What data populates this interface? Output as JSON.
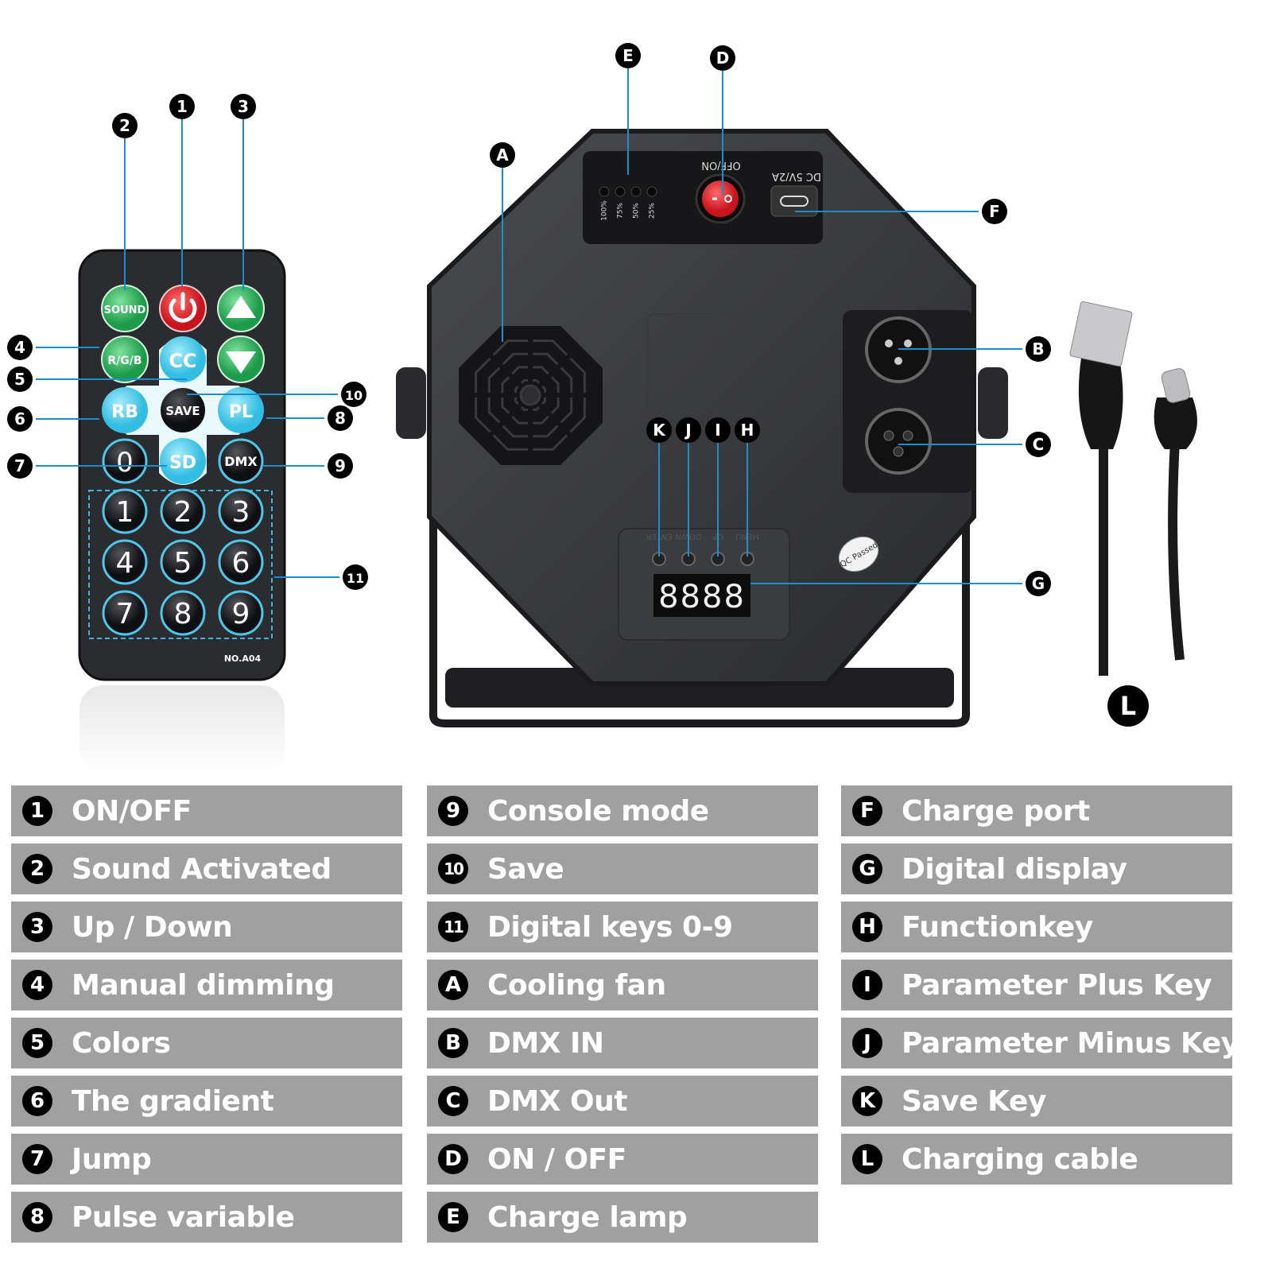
{
  "remote": {
    "buttons": {
      "sound": "SOUND",
      "rgb": "R/G/B",
      "cc": "CC",
      "rb": "RB",
      "save": "SAVE",
      "pl": "PL",
      "zero": "0",
      "sd": "SD",
      "dmx": "DMX"
    },
    "digits": [
      "1",
      "2",
      "3",
      "4",
      "5",
      "6",
      "7",
      "8",
      "9"
    ],
    "model": "NO.A04"
  },
  "device": {
    "battery_levels": [
      "100%",
      "75%",
      "50%",
      "25%"
    ],
    "switch_label": "OFF/ON",
    "port_label": "DC 5V/2A",
    "panel_keys": [
      "ENTER",
      "DOWN",
      "UP",
      "MENU"
    ],
    "display": "8888",
    "qc_sticker": "QC Passed"
  },
  "callouts": {
    "remote": [
      "1",
      "2",
      "3",
      "4",
      "5",
      "6",
      "7",
      "8",
      "9",
      "10",
      "11"
    ],
    "device": [
      "A",
      "B",
      "C",
      "D",
      "E",
      "F",
      "G",
      "H",
      "I",
      "J",
      "K",
      "L"
    ]
  },
  "legend": {
    "col1": [
      {
        "key": "1",
        "text": "ON/OFF"
      },
      {
        "key": "2",
        "text": "Sound Activated"
      },
      {
        "key": "3",
        "text": "Up / Down"
      },
      {
        "key": "4",
        "text": "Manual dimming"
      },
      {
        "key": "5",
        "text": "Colors"
      },
      {
        "key": "6",
        "text": "The gradient"
      },
      {
        "key": "7",
        "text": "Jump"
      },
      {
        "key": "8",
        "text": "Pulse variable"
      }
    ],
    "col2": [
      {
        "key": "9",
        "text": "Console mode"
      },
      {
        "key": "10",
        "text": "Save"
      },
      {
        "key": "11",
        "text": "Digital keys 0-9"
      },
      {
        "key": "A",
        "text": "Cooling fan"
      },
      {
        "key": "B",
        "text": "DMX IN"
      },
      {
        "key": "C",
        "text": "DMX Out"
      },
      {
        "key": "D",
        "text": "ON / OFF"
      },
      {
        "key": "E",
        "text": "Charge lamp"
      }
    ],
    "col3": [
      {
        "key": "F",
        "text": "Charge port"
      },
      {
        "key": "G",
        "text": "Digital  display"
      },
      {
        "key": "H",
        "text": "Functionkey"
      },
      {
        "key": "I",
        "text": "Parameter Plus Key"
      },
      {
        "key": "J",
        "text": "Parameter Minus Key"
      },
      {
        "key": "K",
        "text": "Save Key"
      },
      {
        "key": "L",
        "text": "Charging cable"
      }
    ]
  },
  "colors": {
    "callout_line": "#1a8fd0",
    "legend_bg": "#a0a0a0",
    "green": "#2fb85e",
    "red": "#e5313a",
    "cyan": "#5fd0ee"
  }
}
